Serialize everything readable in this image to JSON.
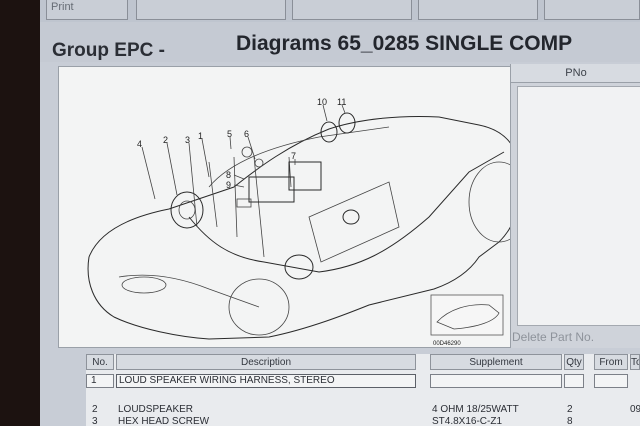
{
  "toolbar": {
    "buttons": [
      {
        "label": "Print"
      },
      {
        "label": ""
      },
      {
        "label": ""
      },
      {
        "label": ""
      },
      {
        "label": ""
      }
    ]
  },
  "header": {
    "group": "Group EPC -",
    "diagram": "Diagrams 65_0285 SINGLE COMP"
  },
  "diagram": {
    "callouts": [
      "4",
      "2",
      "3",
      "1",
      "5",
      "6",
      "7",
      "8",
      "9",
      "10",
      "11"
    ],
    "thumbnail_code": "00D46290"
  },
  "pno_panel": {
    "header": "PNo",
    "delete_label": "Delete Part No."
  },
  "parts_table": {
    "headers": [
      "No.",
      "Description",
      "Supplement",
      "Qty",
      "From",
      "To"
    ],
    "rows": [
      {
        "no": "1",
        "description": "LOUD SPEAKER WIRING HARNESS, STEREO",
        "supplement": "",
        "qty": "",
        "from": "",
        "to": ""
      },
      {
        "no": "2",
        "description": "LOUDSPEAKER",
        "supplement": "4 OHM 18/25WATT",
        "qty": "2",
        "from": "",
        "to": "09"
      },
      {
        "no": "3",
        "description": "HEX HEAD SCREW",
        "supplement": "ST4.8X16-C-Z1",
        "qty": "8",
        "from": "",
        "to": ""
      }
    ]
  }
}
